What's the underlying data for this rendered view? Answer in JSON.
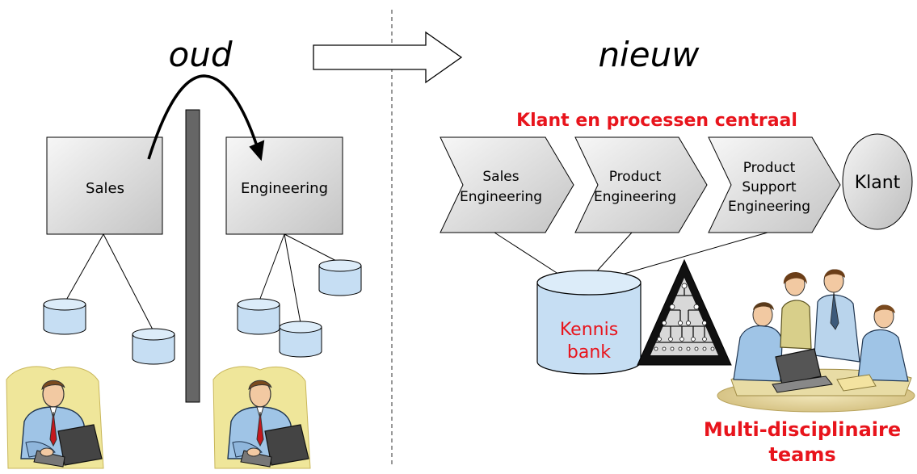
{
  "left": {
    "heading": "oud",
    "sales_label": "Sales",
    "engineering_label": "Engineering"
  },
  "right": {
    "heading": "nieuw",
    "subtitle": "Klant en processen centraal",
    "steps": [
      {
        "lines": [
          "Sales",
          "Engineering"
        ]
      },
      {
        "lines": [
          "Product",
          "Engineering"
        ]
      },
      {
        "lines": [
          "Product",
          "Support",
          "Engineering"
        ]
      }
    ],
    "customer_label": "Klant",
    "knowledge_base_lines": [
      "Kennis",
      "bank"
    ],
    "teams_lines": [
      "Multi-disciplinaire",
      "teams"
    ]
  },
  "colors": {
    "accent_red": "#e8141c",
    "box_fill_top": "#f6f6f6",
    "box_fill_bottom": "#c8c8c8",
    "cylinder_fill": "#c6def3",
    "wall_fill": "#666666"
  },
  "icons": [
    "transition-arrow-icon",
    "curved-arrow-icon",
    "hierarchy-pyramid-icon",
    "office-worker-clipart",
    "team-meeting-clipart"
  ]
}
